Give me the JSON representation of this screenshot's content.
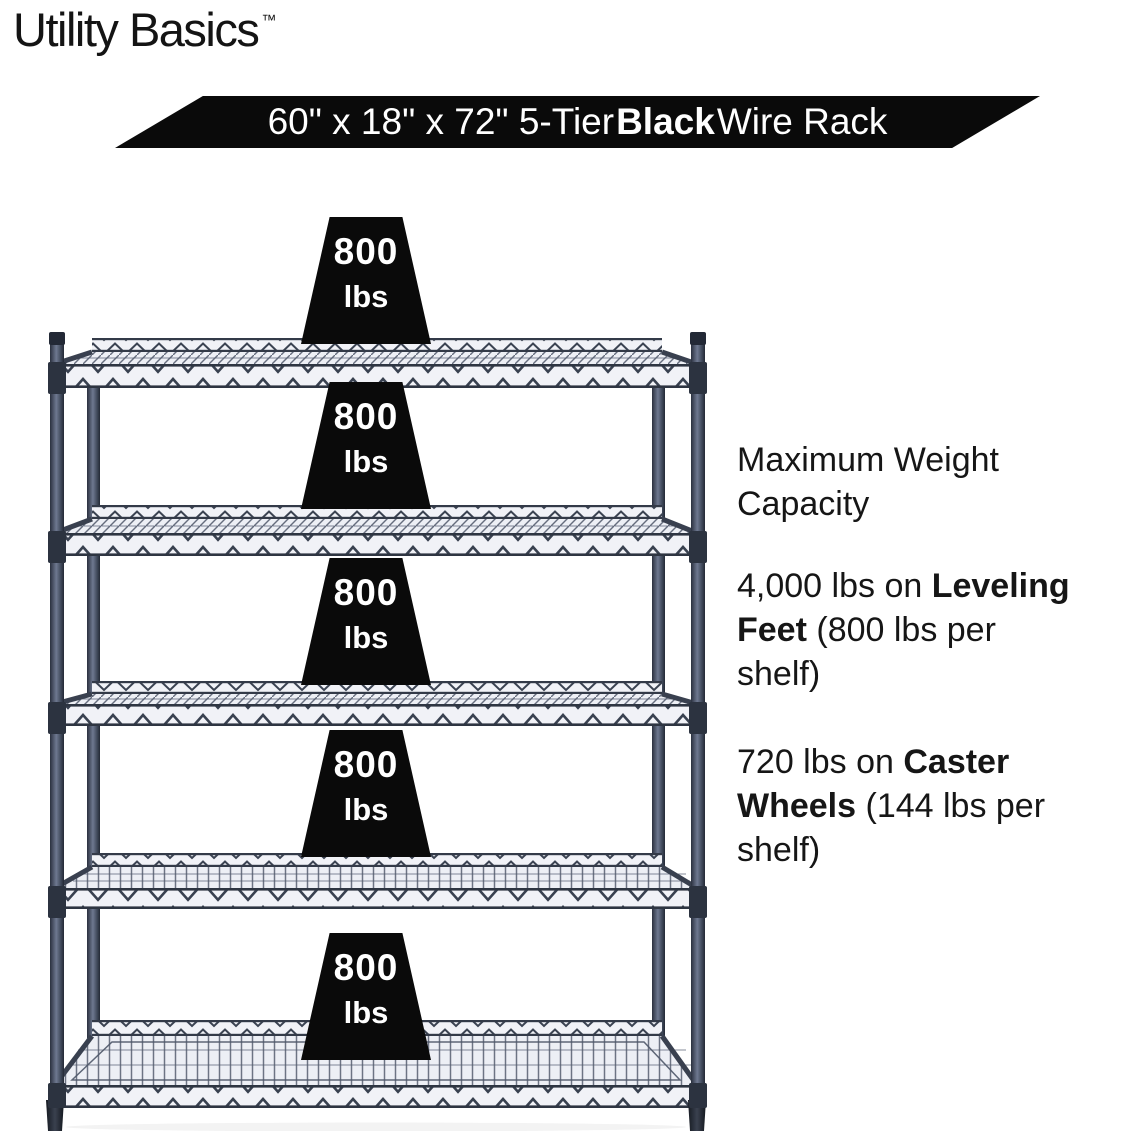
{
  "brand": {
    "name": "Utility Basics",
    "trademark": "™"
  },
  "banner": {
    "pre": "60\" x 18\" x 72\" 5-Tier ",
    "bold": "Black",
    "post": " Wire Rack"
  },
  "rack": {
    "tiers": 5,
    "weights": [
      {
        "value": "800",
        "unit": "lbs"
      },
      {
        "value": "800",
        "unit": "lbs"
      },
      {
        "value": "800",
        "unit": "lbs"
      },
      {
        "value": "800",
        "unit": "lbs"
      },
      {
        "value": "800",
        "unit": "lbs"
      }
    ]
  },
  "info": {
    "heading": {
      "l1": "Maximum Weight",
      "l2": "Capacity"
    },
    "leveling": {
      "l1a": "4,000 lbs on ",
      "l1b": "Leveling",
      "l2a": "Feet",
      "l2b": " (800 lbs per",
      "l3": "shelf)"
    },
    "caster": {
      "l1a": "720 lbs on ",
      "l1b": "Caster",
      "l2a": "Wheels",
      "l2b": " (144 lbs per",
      "l3": "shelf)"
    }
  },
  "colors": {
    "banner_bg": "#0a0a0a",
    "banner_text": "#ffffff",
    "badge_bg": "#0a0a0a",
    "badge_text": "#ffffff",
    "body_text": "#161616",
    "rack_frame": "#3e4657",
    "shelf_surface": "#edeff5"
  }
}
